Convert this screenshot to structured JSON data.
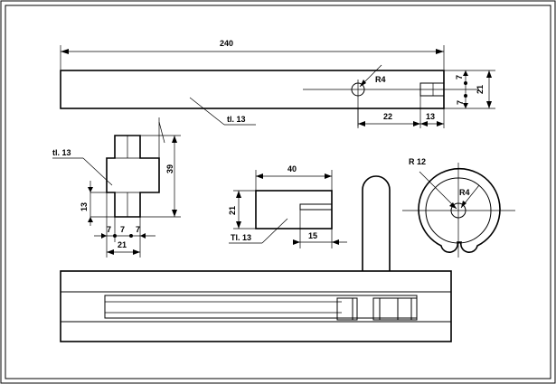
{
  "bar": {
    "length": "240",
    "thickness_note": "tl. 13",
    "hole_radius": "R4",
    "offset_22": "22",
    "offset_13": "13",
    "height_7a": "7",
    "height_7b": "7",
    "height_21": "21"
  },
  "cross": {
    "thickness_note": "tl. 13",
    "height_39": "39",
    "width_13": "13",
    "spacing_7a": "7",
    "spacing_7b": "7",
    "spacing_7c": "7",
    "width_21": "21"
  },
  "block": {
    "width_40": "40",
    "height_21": "21",
    "thickness_note": "Tl. 13",
    "slot_15": "15"
  },
  "ring": {
    "outer_radius": "R 12",
    "inner_radius": "R4"
  }
}
